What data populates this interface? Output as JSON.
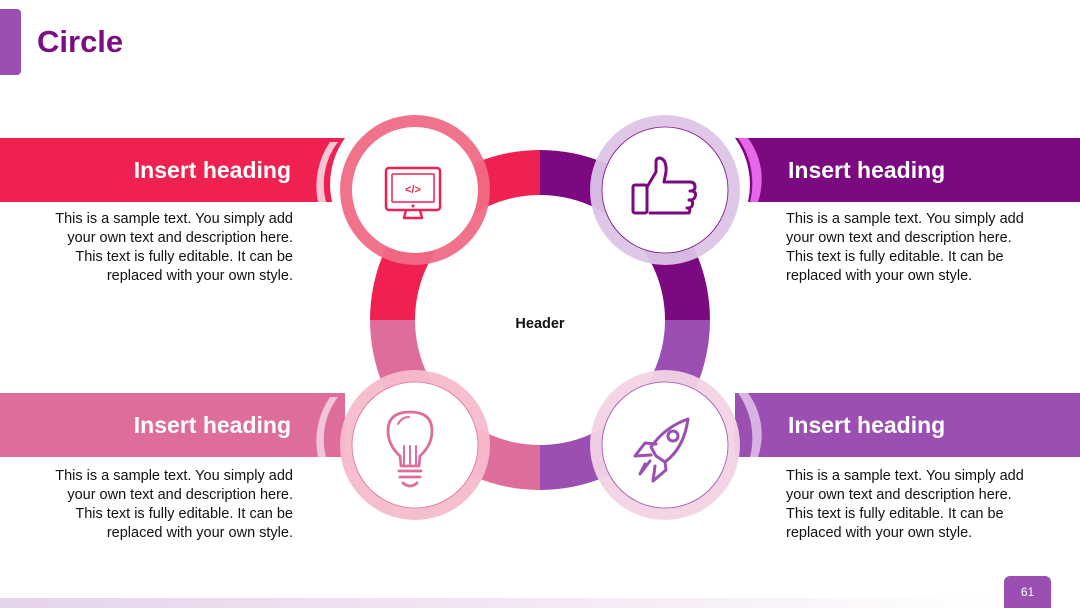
{
  "slide": {
    "title": "Circle",
    "center_label": "Header",
    "page_number": "61"
  },
  "colors": {
    "title": "#7a0e82",
    "accent": "#9b4fb3",
    "red": "#ee2150",
    "purple": "#7b0a80",
    "pink": "#df6d9c",
    "violet": "#9b4fb3"
  },
  "items": [
    {
      "position": "top-left",
      "heading": "Insert heading",
      "icon": "code-monitor-icon",
      "color": "#ee2150",
      "text": [
        "This is a sample text. You simply add",
        "your own text and description here.",
        "This text is fully editable. It can be",
        "replaced with your own style."
      ]
    },
    {
      "position": "top-right",
      "heading": "Insert heading",
      "icon": "thumbs-up-icon",
      "color": "#7b0a80",
      "text": [
        "This is a sample text. You simply add",
        "your own text and description here.",
        "This text is fully editable. It can be",
        "replaced with your own style."
      ]
    },
    {
      "position": "bottom-left",
      "heading": "Insert heading",
      "icon": "lightbulb-icon",
      "color": "#df6d9c",
      "text": [
        "This is a sample text. You simply add",
        "your own text and description here.",
        "This text is fully editable. It can be",
        "replaced with your own style."
      ]
    },
    {
      "position": "bottom-right",
      "heading": "Insert heading",
      "icon": "rocket-icon",
      "color": "#9b4fb3",
      "text": [
        "This is a sample text. You simply add",
        "your own text and description here.",
        "This text is fully editable. It can be",
        "replaced with your own style."
      ]
    }
  ]
}
